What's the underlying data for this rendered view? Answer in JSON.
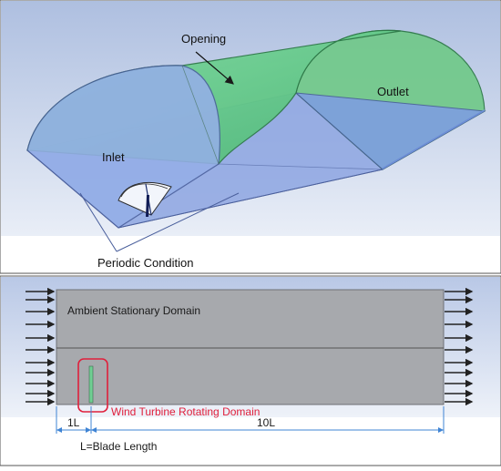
{
  "top_panel": {
    "labels": {
      "opening": "Opening",
      "outlet": "Outlet",
      "inlet": "Inlet",
      "periodic": "Periodic Condition"
    }
  },
  "bottom_panel": {
    "labels": {
      "ambient": "Ambient Stationary Domain",
      "rotating": "Wind Turbine Rotating Domain",
      "dim_1l": "1L",
      "dim_10l": "10L",
      "blade_length": "L=Blade Length"
    }
  },
  "colors": {
    "background_top": "#c9d6ec",
    "background_bottom": "#dde6f4",
    "opening_green": "#6fcf92",
    "body_blue": "#8aa3e0",
    "domain_gray": "#a7a9ad",
    "highlight_red": "#e0203c",
    "dimension_blue": "#3f84d4"
  }
}
